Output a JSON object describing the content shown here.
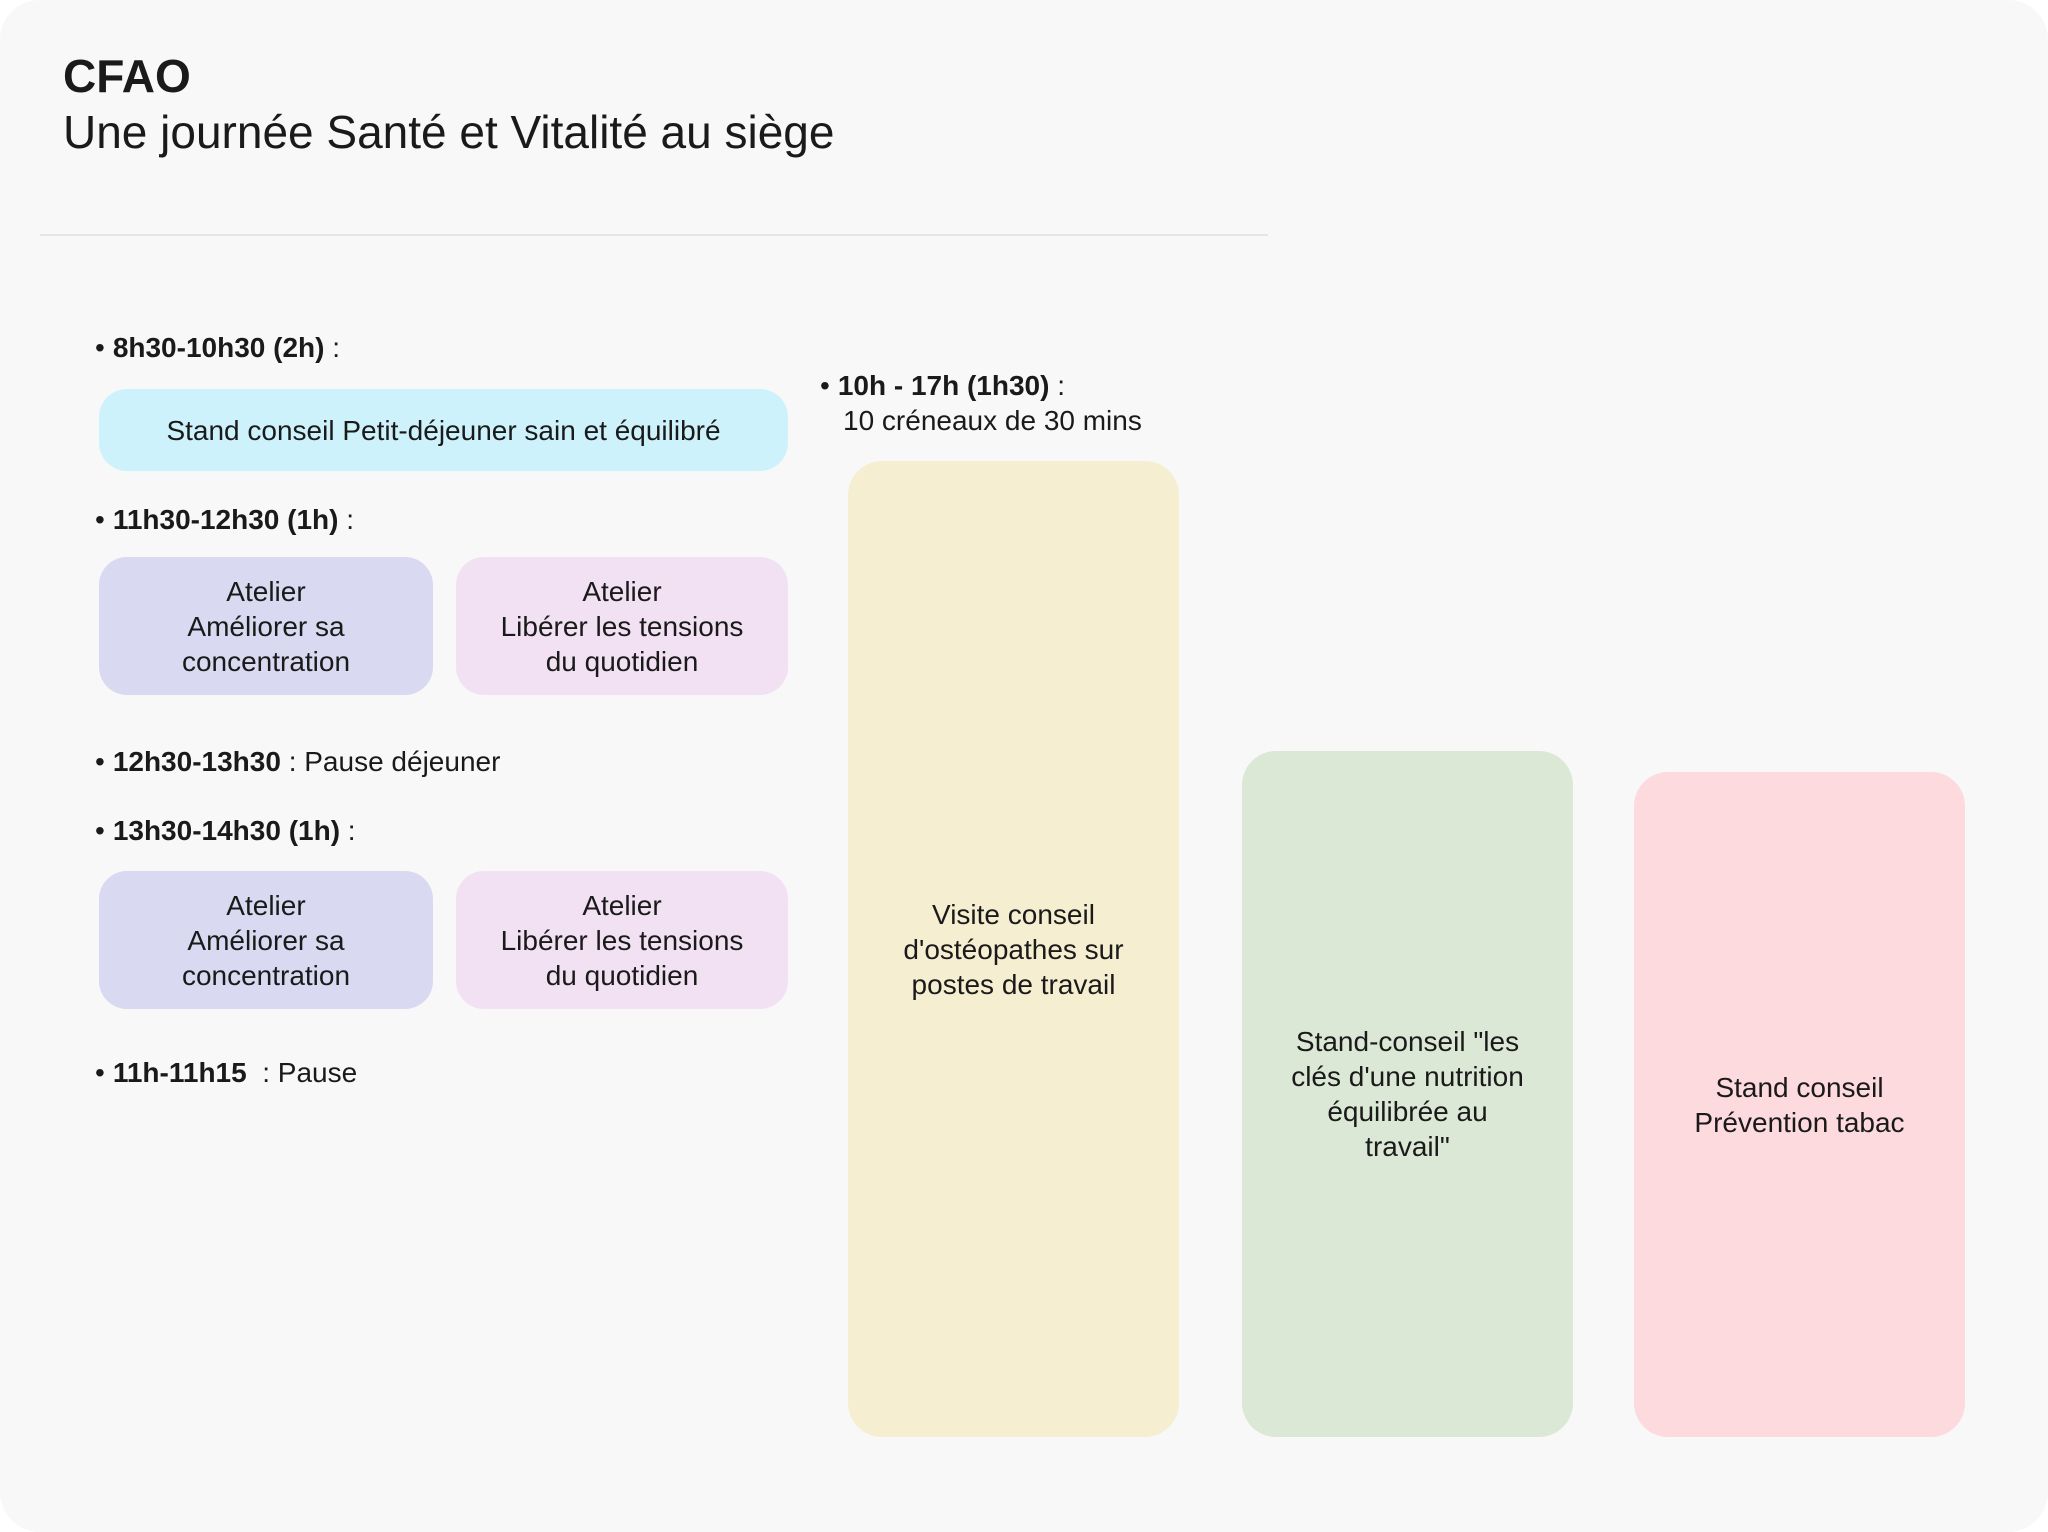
{
  "header": {
    "org": "CFAO",
    "subtitle": "Une journée Santé et Vitalité au siège"
  },
  "schedule": {
    "slot1": {
      "time": "8h30-10h30 (2h)",
      "suffix": " :"
    },
    "breakfast_stand": "Stand conseil Petit-déjeuner sain et équilibré",
    "slot2": {
      "time": "11h30-12h30 (1h)",
      "suffix": " :"
    },
    "morning_workshops": [
      {
        "label": "Atelier\nAméliorer sa\nconcentration"
      },
      {
        "label": "Atelier\nLibérer les tensions\ndu quotidien"
      }
    ],
    "slot3": {
      "time": "12h30-13h30",
      "suffix": " : Pause déjeuner"
    },
    "slot4": {
      "time": "13h30-14h30 (1h)",
      "suffix": " :"
    },
    "afternoon_workshops": [
      {
        "label": "Atelier\nAméliorer sa\nconcentration"
      },
      {
        "label": "Atelier\nLibérer les tensions\ndu quotidien"
      }
    ],
    "slot5": {
      "time": "11h-11h15",
      "suffix": "  : Pause"
    }
  },
  "day_column": {
    "time": "10h - 17h (1h30)",
    "suffix": " :",
    "detail": "10 créneaux de 30 mins",
    "osteo": "Visite conseil\nd'ostéopathes sur\npostes de travail"
  },
  "stands": {
    "nutrition": "Stand-conseil \"les\nclés d'une nutrition\néquilibrée au\ntravail\"",
    "tobacco": "Stand conseil\nPrévention tabac"
  },
  "colors": {
    "board": "#f8f8f8",
    "breakfast": "#cdf2fb",
    "concentration": "#d9d9f1",
    "tensions": "#f2e0f3",
    "osteo": "#f5eed0",
    "nutrition": "#dbe8d5",
    "tobacco": "#fcdadd"
  }
}
